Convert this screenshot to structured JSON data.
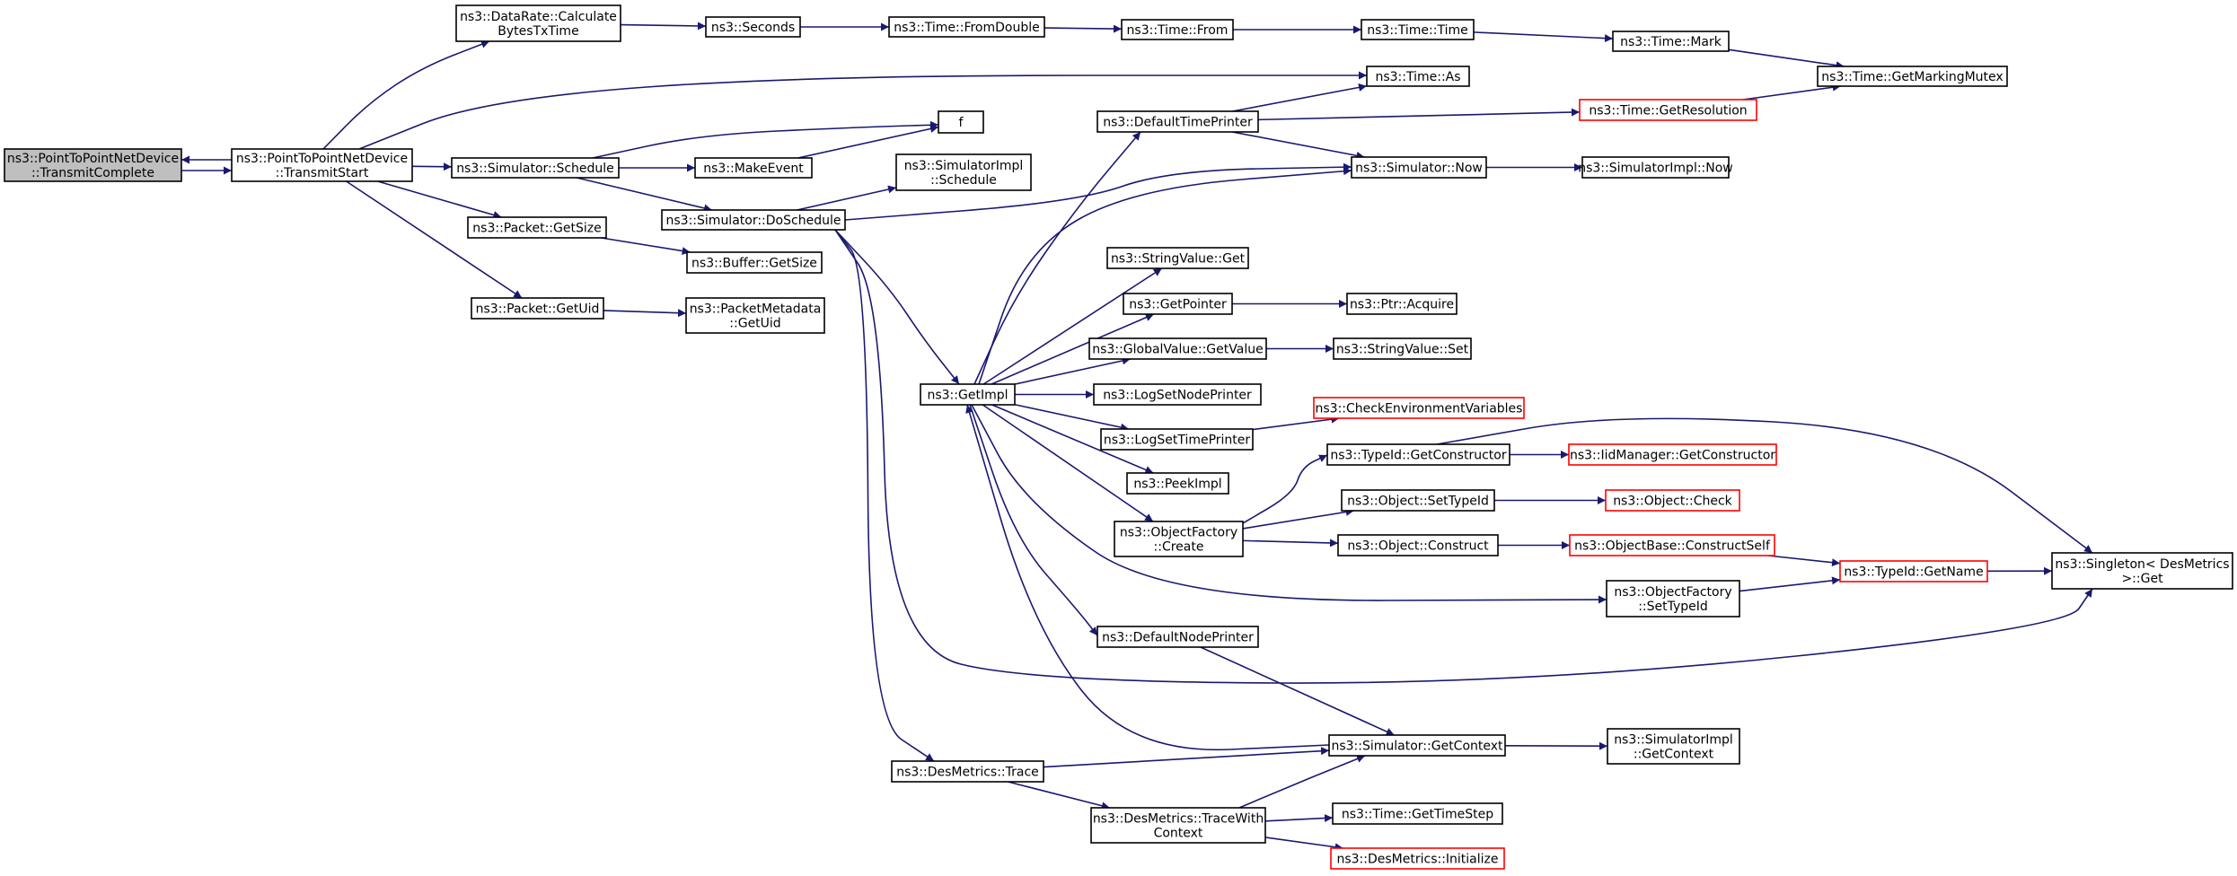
{
  "colors": {
    "edge": "#191970",
    "box_border": "#000000",
    "truncated_border": "#ff0000",
    "root_fill": "#bfbfbf"
  },
  "nodes": [
    {
      "id": "transmit_complete",
      "lines": [
        "ns3::PointToPointNetDevice",
        "::TransmitComplete"
      ],
      "root": true
    },
    {
      "id": "transmit_start",
      "lines": [
        "ns3::PointToPointNetDevice",
        "::TransmitStart"
      ]
    },
    {
      "id": "calc_bytes",
      "lines": [
        "ns3::DataRate::Calculate",
        "BytesTxTime"
      ]
    },
    {
      "id": "seconds",
      "lines": [
        "ns3::Seconds"
      ]
    },
    {
      "id": "from_double",
      "lines": [
        "ns3::Time::FromDouble"
      ]
    },
    {
      "id": "time_from",
      "lines": [
        "ns3::Time::From"
      ]
    },
    {
      "id": "time_time",
      "lines": [
        "ns3::Time::Time"
      ]
    },
    {
      "id": "time_mark",
      "lines": [
        "ns3::Time::Mark"
      ]
    },
    {
      "id": "marking_mutex",
      "lines": [
        "ns3::Time::GetMarkingMutex"
      ]
    },
    {
      "id": "time_as",
      "lines": [
        "ns3::Time::As"
      ]
    },
    {
      "id": "f",
      "lines": [
        "f"
      ]
    },
    {
      "id": "sim_schedule",
      "lines": [
        "ns3::Simulator::Schedule"
      ]
    },
    {
      "id": "make_event",
      "lines": [
        "ns3::MakeEvent"
      ]
    },
    {
      "id": "simimpl_schedule",
      "lines": [
        "ns3::SimulatorImpl",
        "::Schedule"
      ]
    },
    {
      "id": "default_time_printer",
      "lines": [
        "ns3::DefaultTimePrinter"
      ]
    },
    {
      "id": "get_resolution",
      "lines": [
        "ns3::Time::GetResolution"
      ],
      "red": true
    },
    {
      "id": "sim_now",
      "lines": [
        "ns3::Simulator::Now"
      ]
    },
    {
      "id": "simimpl_now",
      "lines": [
        "ns3::SimulatorImpl::Now"
      ]
    },
    {
      "id": "do_schedule",
      "lines": [
        "ns3::Simulator::DoSchedule"
      ]
    },
    {
      "id": "packet_getsize",
      "lines": [
        "ns3::Packet::GetSize"
      ]
    },
    {
      "id": "buffer_getsize",
      "lines": [
        "ns3::Buffer::GetSize"
      ]
    },
    {
      "id": "packet_getuid",
      "lines": [
        "ns3::Packet::GetUid"
      ]
    },
    {
      "id": "metadata_getuid",
      "lines": [
        "ns3::PacketMetadata",
        "::GetUid"
      ]
    },
    {
      "id": "stringvalue_get",
      "lines": [
        "ns3::StringValue::Get"
      ]
    },
    {
      "id": "get_pointer",
      "lines": [
        "ns3::GetPointer"
      ]
    },
    {
      "id": "ptr_acquire",
      "lines": [
        "ns3::Ptr::Acquire"
      ]
    },
    {
      "id": "globalvalue_get",
      "lines": [
        "ns3::GlobalValue::GetValue"
      ]
    },
    {
      "id": "stringvalue_set",
      "lines": [
        "ns3::StringValue::Set"
      ]
    },
    {
      "id": "get_impl",
      "lines": [
        "ns3::GetImpl"
      ]
    },
    {
      "id": "log_node_printer",
      "lines": [
        "ns3::LogSetNodePrinter"
      ]
    },
    {
      "id": "log_time_printer",
      "lines": [
        "ns3::LogSetTimePrinter"
      ]
    },
    {
      "id": "check_env",
      "lines": [
        "ns3::CheckEnvironmentVariables"
      ],
      "red": true
    },
    {
      "id": "peek_impl",
      "lines": [
        "ns3::PeekImpl"
      ]
    },
    {
      "id": "typeid_getconstructor",
      "lines": [
        "ns3::TypeId::GetConstructor"
      ]
    },
    {
      "id": "iidmanager_getconstructor",
      "lines": [
        "ns3::IidManager::GetConstructor"
      ],
      "red": true
    },
    {
      "id": "objectfactory_create",
      "lines": [
        "ns3::ObjectFactory",
        "::Create"
      ]
    },
    {
      "id": "object_settypeid",
      "lines": [
        "ns3::Object::SetTypeId"
      ]
    },
    {
      "id": "object_check",
      "lines": [
        "ns3::Object::Check"
      ],
      "red": true
    },
    {
      "id": "object_construct",
      "lines": [
        "ns3::Object::Construct"
      ]
    },
    {
      "id": "construct_self",
      "lines": [
        "ns3::ObjectBase::ConstructSelf"
      ],
      "red": true
    },
    {
      "id": "typeid_getname",
      "lines": [
        "ns3::TypeId::GetName"
      ],
      "red": true
    },
    {
      "id": "singleton_get",
      "lines": [
        "ns3::Singleton< DesMetrics",
        ">::Get"
      ]
    },
    {
      "id": "objectfactory_settypeid",
      "lines": [
        "ns3::ObjectFactory",
        "::SetTypeId"
      ]
    },
    {
      "id": "default_node_printer",
      "lines": [
        "ns3::DefaultNodePrinter"
      ]
    },
    {
      "id": "sim_getcontext",
      "lines": [
        "ns3::Simulator::GetContext"
      ]
    },
    {
      "id": "simimpl_getcontext",
      "lines": [
        "ns3::SimulatorImpl",
        "::GetContext"
      ]
    },
    {
      "id": "desmetrics_trace",
      "lines": [
        "ns3::DesMetrics::Trace"
      ]
    },
    {
      "id": "desmetrics_tracewith",
      "lines": [
        "ns3::DesMetrics::TraceWith",
        "Context"
      ]
    },
    {
      "id": "time_gettimestep",
      "lines": [
        "ns3::Time::GetTimeStep"
      ]
    },
    {
      "id": "desmetrics_initialize",
      "lines": [
        "ns3::DesMetrics::Initialize"
      ],
      "red": true
    }
  ],
  "edges": [
    [
      "transmit_complete",
      "transmit_start"
    ],
    [
      "transmit_start",
      "transmit_complete"
    ],
    [
      "transmit_start",
      "calc_bytes"
    ],
    [
      "transmit_start",
      "time_as"
    ],
    [
      "transmit_start",
      "sim_schedule"
    ],
    [
      "transmit_start",
      "packet_getsize"
    ],
    [
      "transmit_start",
      "packet_getuid"
    ],
    [
      "calc_bytes",
      "seconds"
    ],
    [
      "seconds",
      "from_double"
    ],
    [
      "from_double",
      "time_from"
    ],
    [
      "time_from",
      "time_time"
    ],
    [
      "time_time",
      "time_mark"
    ],
    [
      "time_mark",
      "marking_mutex"
    ],
    [
      "sim_schedule",
      "f"
    ],
    [
      "sim_schedule",
      "make_event"
    ],
    [
      "sim_schedule",
      "do_schedule"
    ],
    [
      "make_event",
      "f"
    ],
    [
      "do_schedule",
      "simimpl_schedule"
    ],
    [
      "do_schedule",
      "sim_now"
    ],
    [
      "do_schedule",
      "get_impl"
    ],
    [
      "do_schedule",
      "singleton_get"
    ],
    [
      "do_schedule",
      "desmetrics_trace"
    ],
    [
      "packet_getsize",
      "buffer_getsize"
    ],
    [
      "packet_getuid",
      "metadata_getuid"
    ],
    [
      "default_time_printer",
      "time_as"
    ],
    [
      "default_time_printer",
      "get_resolution"
    ],
    [
      "default_time_printer",
      "sim_now"
    ],
    [
      "get_resolution",
      "marking_mutex"
    ],
    [
      "sim_now",
      "simimpl_now"
    ],
    [
      "get_impl",
      "default_time_printer"
    ],
    [
      "get_impl",
      "sim_now"
    ],
    [
      "get_impl",
      "stringvalue_get"
    ],
    [
      "get_impl",
      "get_pointer"
    ],
    [
      "get_impl",
      "globalvalue_get"
    ],
    [
      "get_impl",
      "log_node_printer"
    ],
    [
      "get_impl",
      "log_time_printer"
    ],
    [
      "get_impl",
      "peek_impl"
    ],
    [
      "get_impl",
      "objectfactory_create"
    ],
    [
      "get_impl",
      "objectfactory_settypeid"
    ],
    [
      "get_impl",
      "default_node_printer"
    ],
    [
      "get_pointer",
      "ptr_acquire"
    ],
    [
      "globalvalue_get",
      "stringvalue_set"
    ],
    [
      "log_time_printer",
      "check_env"
    ],
    [
      "objectfactory_create",
      "typeid_getconstructor"
    ],
    [
      "objectfactory_create",
      "object_settypeid"
    ],
    [
      "objectfactory_create",
      "object_construct"
    ],
    [
      "typeid_getconstructor",
      "iidmanager_getconstructor"
    ],
    [
      "typeid_getconstructor",
      "singleton_get"
    ],
    [
      "object_settypeid",
      "object_check"
    ],
    [
      "object_construct",
      "construct_self"
    ],
    [
      "construct_self",
      "typeid_getname"
    ],
    [
      "objectfactory_settypeid",
      "typeid_getname"
    ],
    [
      "typeid_getname",
      "singleton_get"
    ],
    [
      "default_node_printer",
      "sim_getcontext"
    ],
    [
      "sim_getcontext",
      "get_impl"
    ],
    [
      "sim_getcontext",
      "simimpl_getcontext"
    ],
    [
      "desmetrics_trace",
      "sim_getcontext"
    ],
    [
      "desmetrics_trace",
      "desmetrics_tracewith"
    ],
    [
      "desmetrics_tracewith",
      "sim_getcontext"
    ],
    [
      "desmetrics_tracewith",
      "time_gettimestep"
    ],
    [
      "desmetrics_tracewith",
      "desmetrics_initialize"
    ]
  ]
}
